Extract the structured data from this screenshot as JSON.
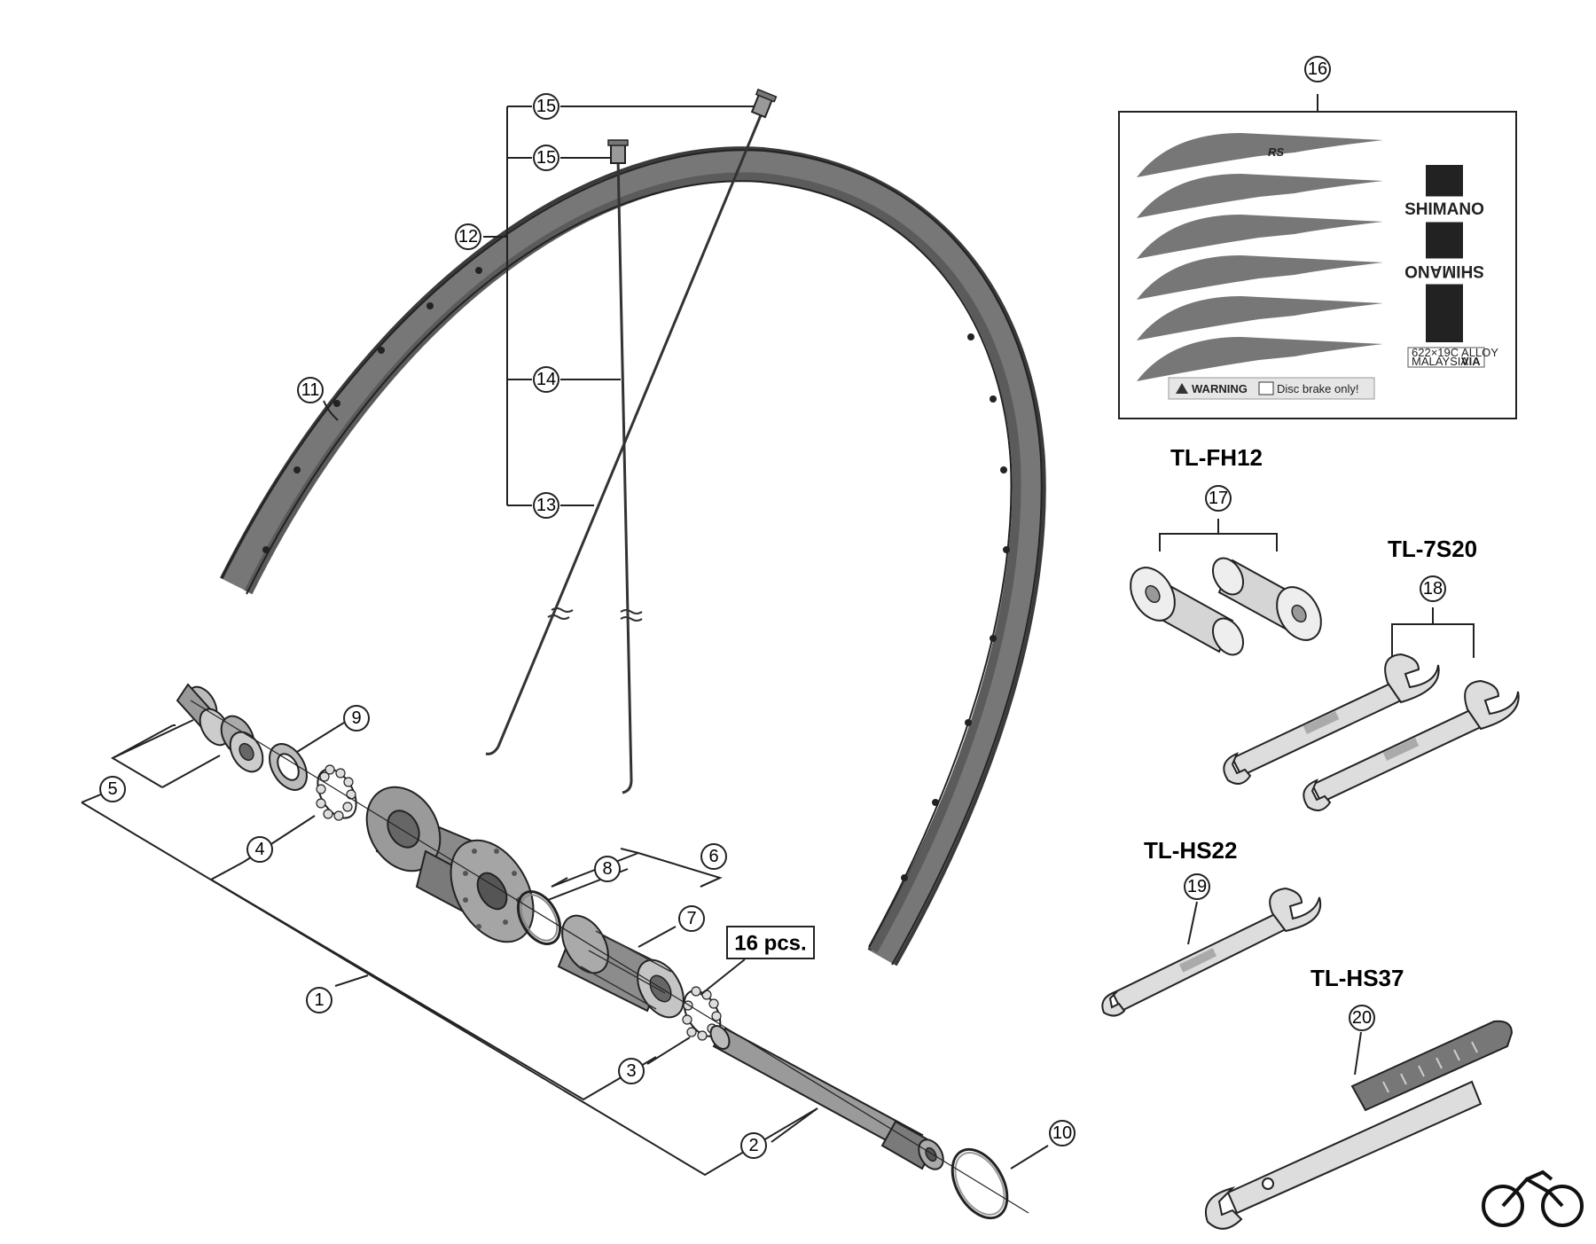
{
  "callouts": [
    {
      "id": "1",
      "label": "1"
    },
    {
      "id": "2",
      "label": "2"
    },
    {
      "id": "3",
      "label": "3"
    },
    {
      "id": "4",
      "label": "4"
    },
    {
      "id": "5",
      "label": "5"
    },
    {
      "id": "6",
      "label": "6"
    },
    {
      "id": "7",
      "label": "7"
    },
    {
      "id": "8",
      "label": "8"
    },
    {
      "id": "9",
      "label": "9"
    },
    {
      "id": "10",
      "label": "10"
    },
    {
      "id": "11",
      "label": "11"
    },
    {
      "id": "12",
      "label": "12"
    },
    {
      "id": "13",
      "label": "13"
    },
    {
      "id": "14",
      "label": "14"
    },
    {
      "id": "15a",
      "label": "15"
    },
    {
      "id": "15b",
      "label": "15"
    },
    {
      "id": "16",
      "label": "16"
    },
    {
      "id": "17",
      "label": "17"
    },
    {
      "id": "18",
      "label": "18"
    },
    {
      "id": "19",
      "label": "19"
    },
    {
      "id": "20",
      "label": "20"
    }
  ],
  "tools": {
    "tl_fh12": "TL-FH12",
    "tl_7s20": "TL-7S20",
    "tl_hs22": "TL-HS22",
    "tl_hs37": "TL-HS37"
  },
  "quantity_note": "16 pcs.",
  "decal_sheet": {
    "brand": "SHIMANO",
    "logo_text": "RS",
    "warning": "WARNING",
    "warning_detail": "Disc brake only!",
    "rim_size": "622×19C ALLOY",
    "origin": "MALAYSIA",
    "via": "VIA"
  }
}
